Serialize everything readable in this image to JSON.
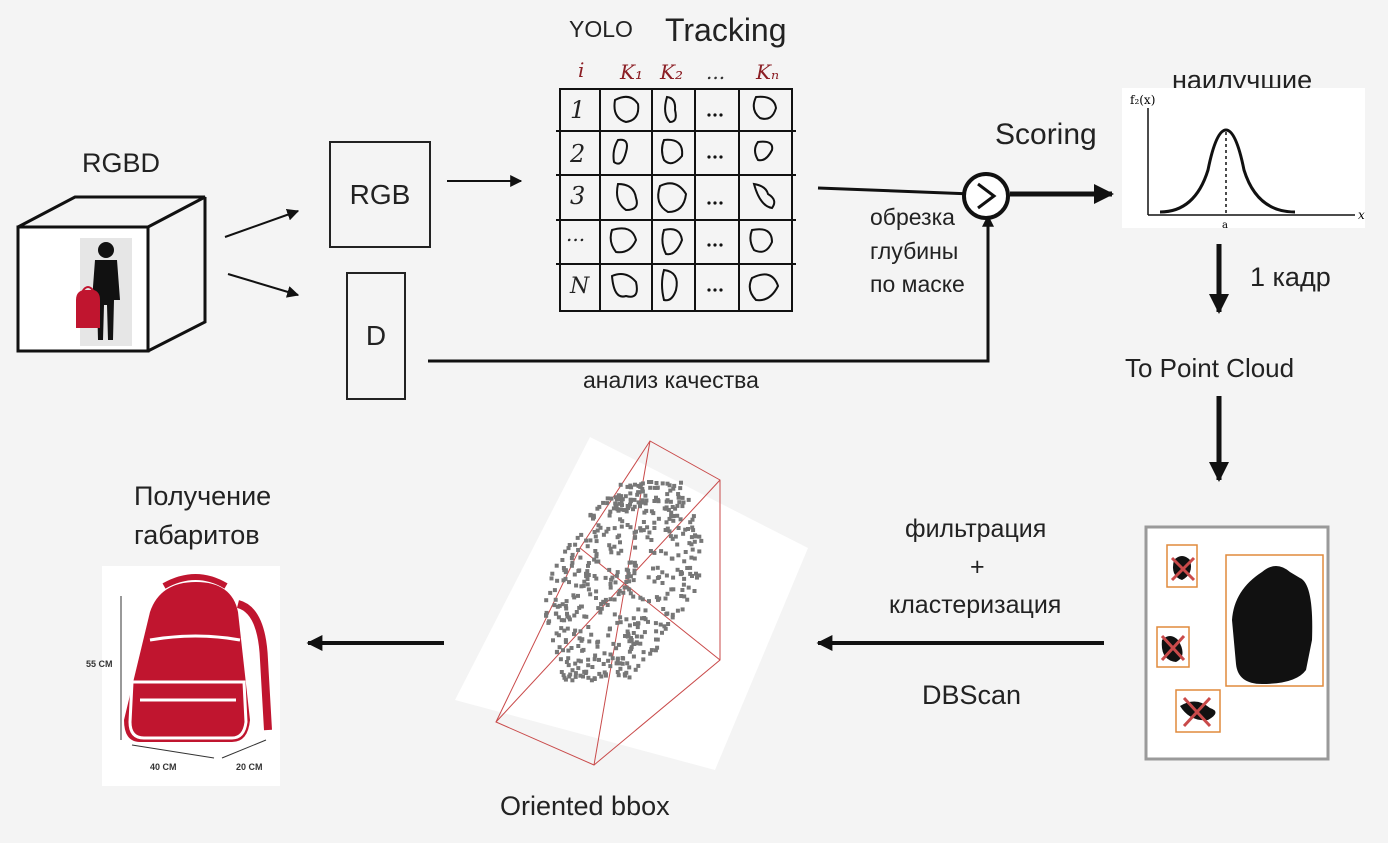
{
  "labels": {
    "rgbd": "RGBD",
    "rgb": "RGB",
    "d": "D",
    "yolo": "YOLO",
    "tracking": "Tracking",
    "scoring": "Scoring",
    "best": "наилучшие",
    "crop1": "обрезка",
    "crop2": "глубины",
    "crop3": "по маске",
    "quality": "анализ качества",
    "one_frame": "1 кадр",
    "to_point_cloud": "To Point Cloud",
    "filter1": "фильтрация",
    "filter2": "+",
    "filter3": "кластеризация",
    "dbscan": "DBScan",
    "oriented_bbox": "Oriented bbox",
    "dims1": "Получение",
    "dims2": "габаритов"
  },
  "table": {
    "headers": [
      "i",
      "K₁",
      "K₂",
      "...",
      "Kₙ"
    ],
    "rows": [
      "1",
      "2",
      "3",
      "...",
      "N"
    ]
  },
  "plot": {
    "ylabel": "f₂(x)",
    "xlabel": "x",
    "tick": "a"
  },
  "backpack": {
    "height": "55 CM",
    "width": "40 CM",
    "depth": "20 CM"
  },
  "colors": {
    "backpack_red": "#c0152f",
    "bbox_orange": "#e08a3c",
    "bbox_red": "#c94a4a",
    "cloud_gray": "#777777"
  }
}
